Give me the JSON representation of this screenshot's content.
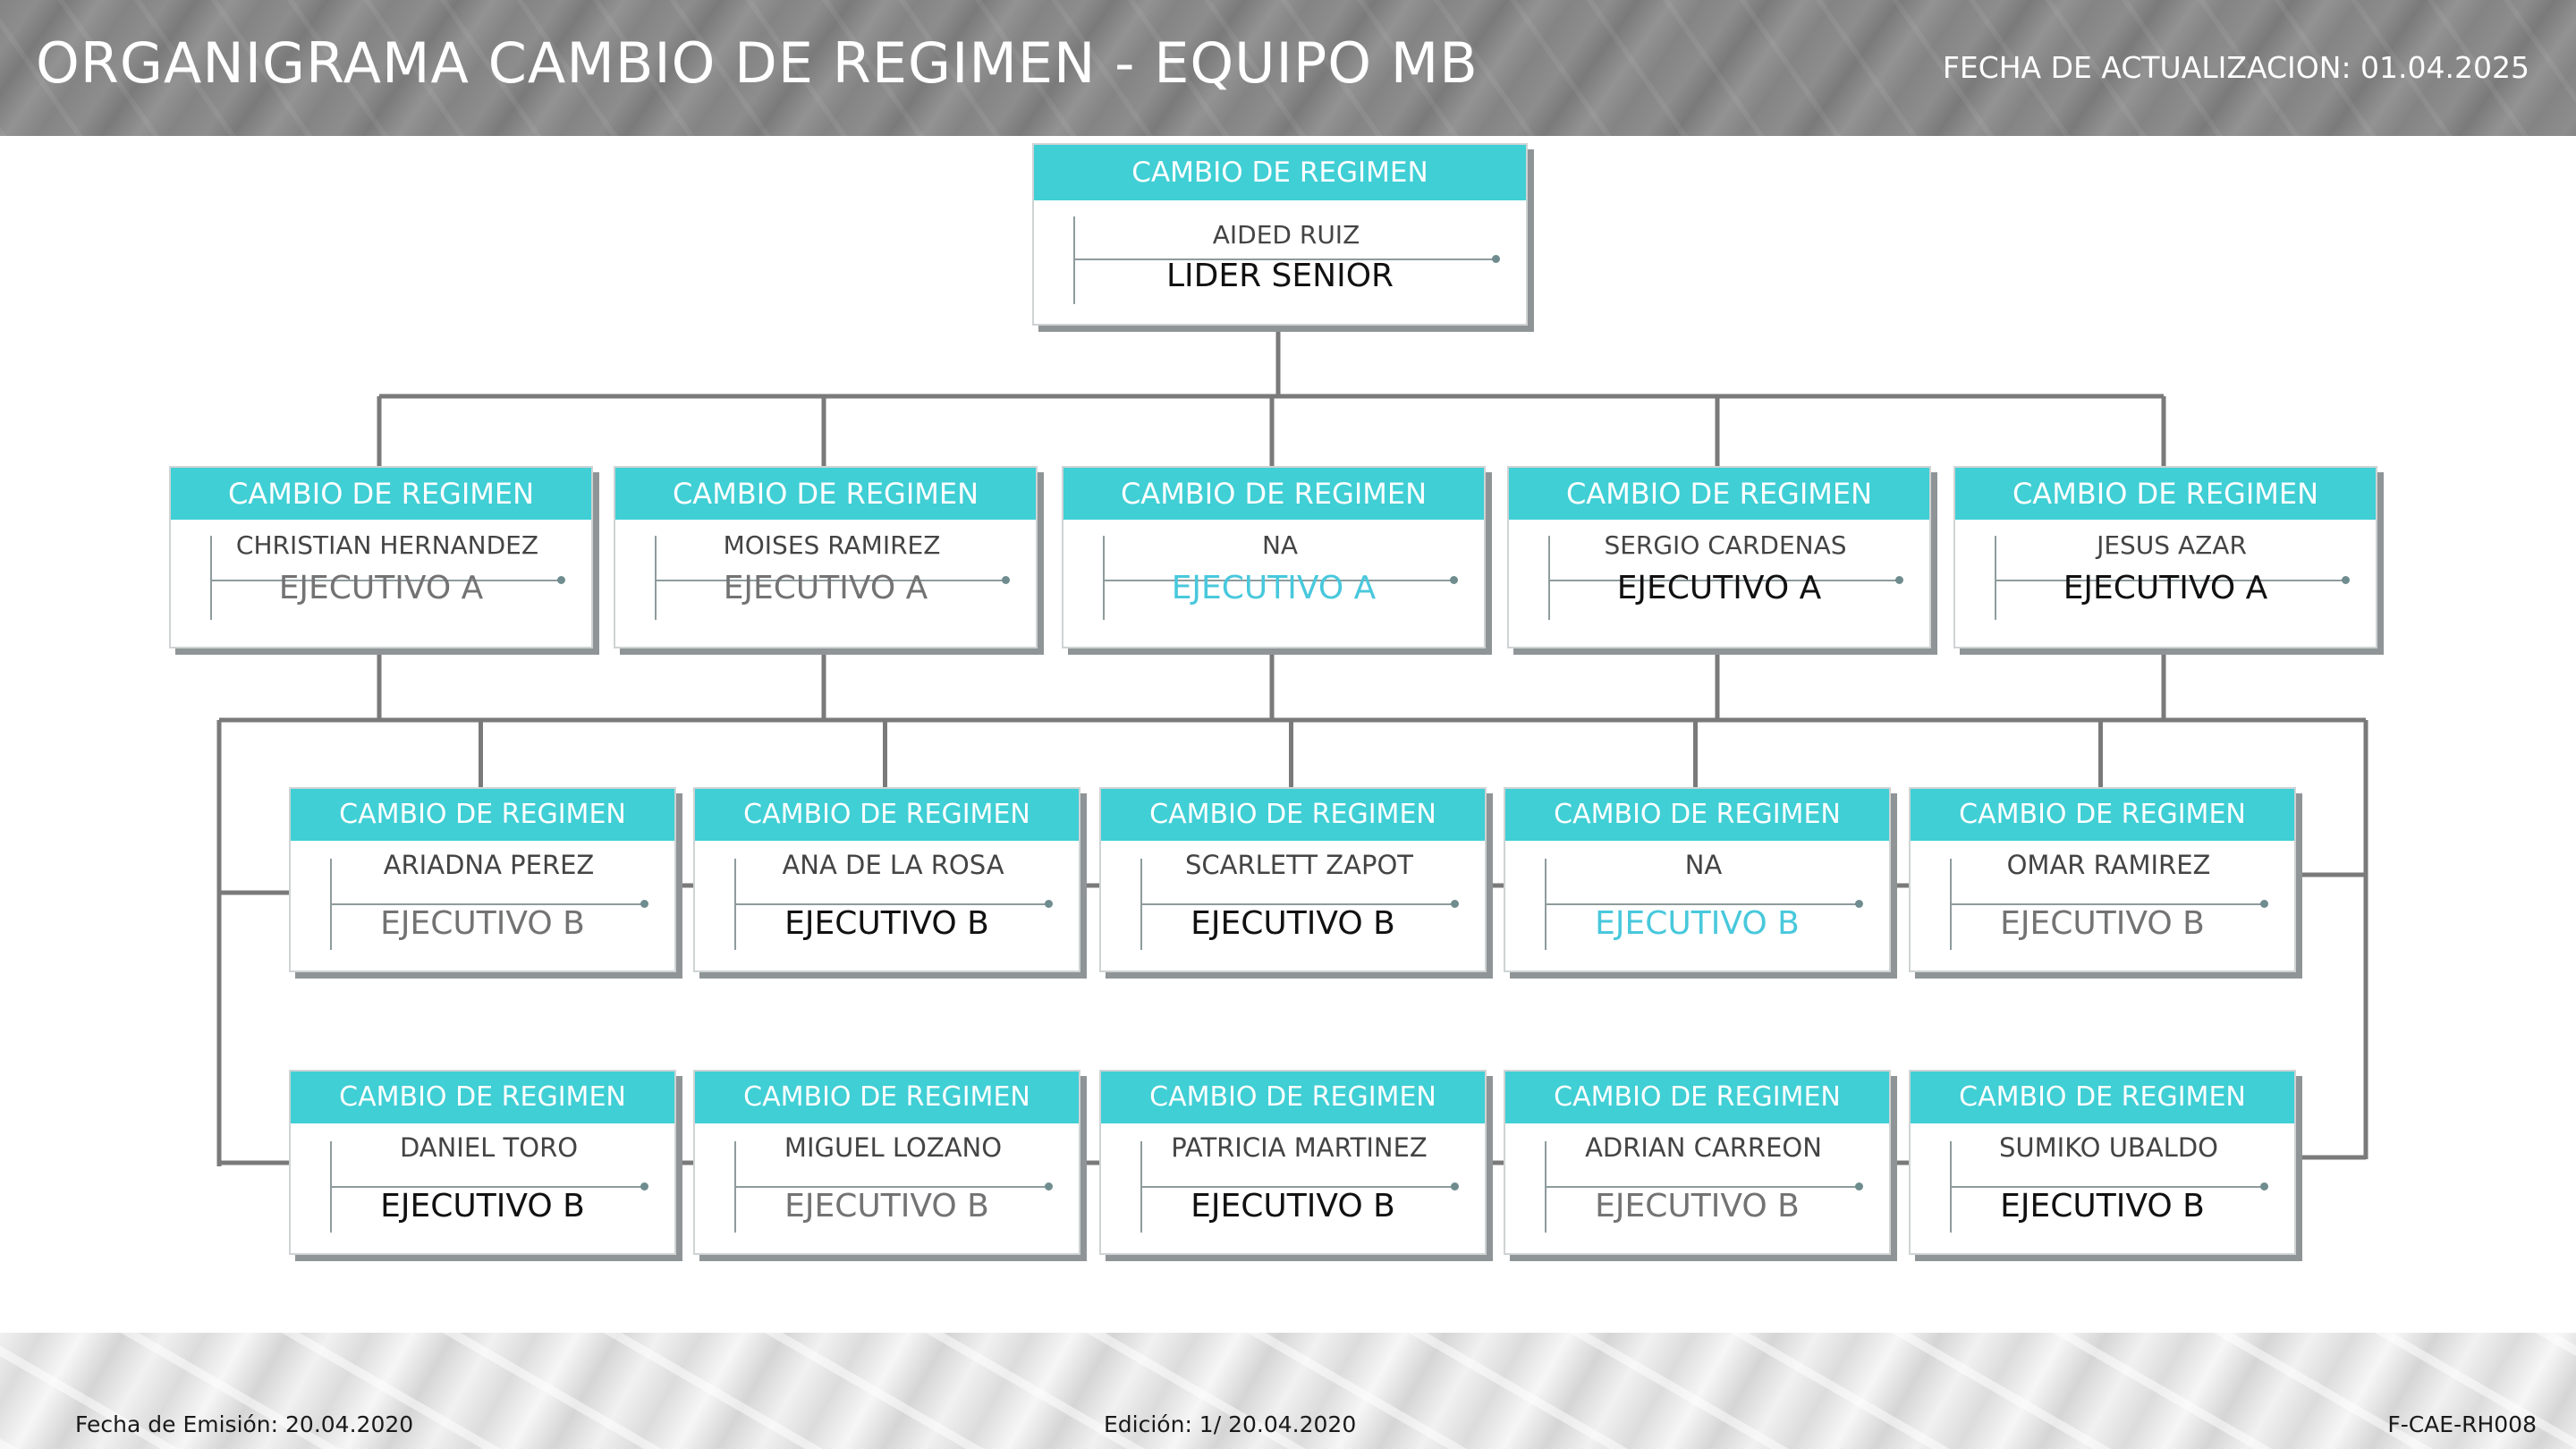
{
  "header": {
    "title": "ORGANIGRAMA CAMBIO DE REGIMEN -  EQUIPO MB",
    "update_date": "FECHA DE ACTUALIZACION:  01.04.2025"
  },
  "colors": {
    "card_title_bg": "#3fcfd5",
    "connector": "#7a7a7a",
    "role_cyan": "#48c8dc"
  },
  "root": {
    "title": "CAMBIO DE REGIMEN",
    "name": "AIDED RUIZ",
    "role": "LIDER SENIOR",
    "role_color": "black"
  },
  "level2": [
    {
      "title": "CAMBIO DE REGIMEN",
      "name": "CHRISTIAN HERNANDEZ",
      "role": "EJECUTIVO A",
      "role_color": "gray"
    },
    {
      "title": "CAMBIO DE REGIMEN",
      "name": "MOISES RAMIREZ",
      "role": "EJECUTIVO A",
      "role_color": "gray"
    },
    {
      "title": "CAMBIO DE REGIMEN",
      "name": "NA",
      "role": "EJECUTIVO A",
      "role_color": "cyan"
    },
    {
      "title": "CAMBIO DE REGIMEN",
      "name": "SERGIO CARDENAS",
      "role": "EJECUTIVO A",
      "role_color": "black"
    },
    {
      "title": "CAMBIO DE REGIMEN",
      "name": "JESUS AZAR",
      "role": "EJECUTIVO A",
      "role_color": "black"
    }
  ],
  "level3_row1": [
    {
      "title": "CAMBIO DE REGIMEN",
      "name": "ARIADNA PEREZ",
      "role": "EJECUTIVO B",
      "role_color": "gray"
    },
    {
      "title": "CAMBIO DE REGIMEN",
      "name": "ANA DE LA ROSA",
      "role": "EJECUTIVO B",
      "role_color": "black"
    },
    {
      "title": "CAMBIO DE REGIMEN",
      "name": "SCARLETT ZAPOT",
      "role": "EJECUTIVO B",
      "role_color": "black"
    },
    {
      "title": "CAMBIO DE REGIMEN",
      "name": "NA",
      "role": "EJECUTIVO B",
      "role_color": "cyan"
    },
    {
      "title": "CAMBIO DE REGIMEN",
      "name": "OMAR RAMIREZ",
      "role": "EJECUTIVO B",
      "role_color": "gray"
    }
  ],
  "level3_row2": [
    {
      "title": "CAMBIO DE REGIMEN",
      "name": "DANIEL TORO",
      "role": "EJECUTIVO B",
      "role_color": "black"
    },
    {
      "title": "CAMBIO DE REGIMEN",
      "name": "MIGUEL LOZANO",
      "role": "EJECUTIVO B",
      "role_color": "gray"
    },
    {
      "title": "CAMBIO DE REGIMEN",
      "name": "PATRICIA MARTINEZ",
      "role": "EJECUTIVO B",
      "role_color": "black"
    },
    {
      "title": "CAMBIO DE REGIMEN",
      "name": "ADRIAN CARREON",
      "role": "EJECUTIVO B",
      "role_color": "gray"
    },
    {
      "title": "CAMBIO DE REGIMEN",
      "name": "SUMIKO UBALDO",
      "role": "EJECUTIVO B",
      "role_color": "black"
    }
  ],
  "footer": {
    "emission": "Fecha de Emisión: 20.04.2020",
    "edition": "Edición: 1/ 20.04.2020",
    "code": "F-CAE-RH008"
  }
}
